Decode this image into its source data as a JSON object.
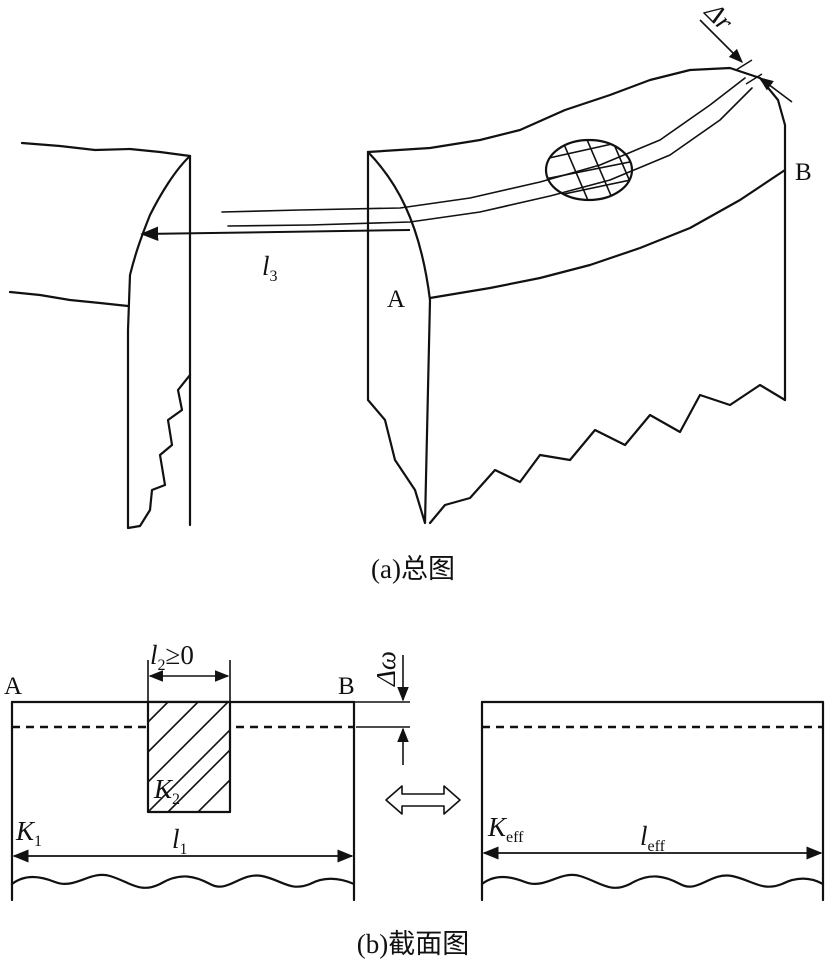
{
  "top": {
    "label_A": "A",
    "label_B": "B",
    "l3": {
      "base": "l",
      "sub": "3"
    },
    "dr": "Δr",
    "caption": "(a)总图"
  },
  "bottom": {
    "label_A": "A",
    "label_B": "B",
    "l2": {
      "base": "l",
      "sub": "2",
      "rest": "≥0"
    },
    "domega": "Δω",
    "K2": {
      "base": "K",
      "sub": "2"
    },
    "K1": {
      "base": "K",
      "sub": "1"
    },
    "l1": {
      "base": "l",
      "sub": "1"
    },
    "Keff": {
      "base": "K",
      "sub": "eff"
    },
    "leff": {
      "base": "l",
      "sub": "eff"
    },
    "caption": "(b)截面图"
  }
}
